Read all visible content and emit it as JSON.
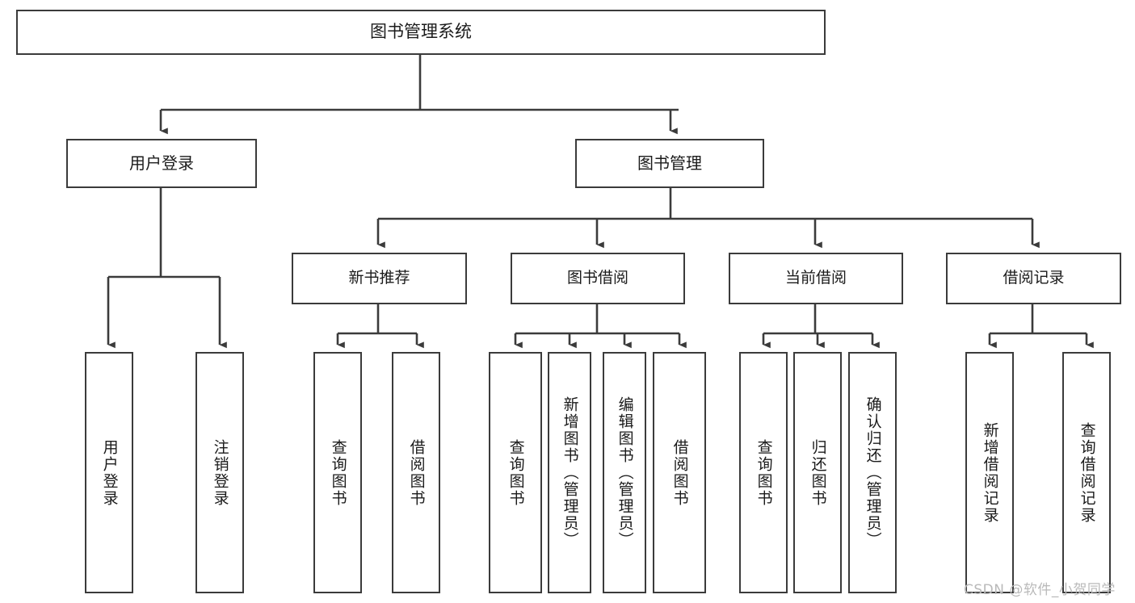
{
  "diagram": {
    "type": "tree",
    "title": "图书管理系统",
    "orientation": "top-down",
    "colors": {
      "background": "#ffffff",
      "border": "#3b3b3b",
      "text": "#1b1b1b",
      "connector": "#3b3b3b",
      "watermark": "#b9b9b9"
    }
  },
  "root": {
    "label": "图书管理系统"
  },
  "level2": [
    {
      "label": "用户登录"
    },
    {
      "label": "图书管理"
    }
  ],
  "level3": [
    {
      "label": "新书推荐"
    },
    {
      "label": "图书借阅"
    },
    {
      "label": "当前借阅"
    },
    {
      "label": "借阅记录"
    }
  ],
  "leaves": {
    "user_login": [
      {
        "label": "用户登录"
      },
      {
        "label": "注销登录"
      }
    ],
    "new_book_recommend": [
      {
        "label": "查询图书"
      },
      {
        "label": "借阅图书"
      }
    ],
    "book_borrow": [
      {
        "label": "查询图书"
      },
      {
        "label": "新增图书（管理员）"
      },
      {
        "label": "编辑图书（管理员）"
      },
      {
        "label": "借阅图书"
      }
    ],
    "current_borrow": [
      {
        "label": "查询图书"
      },
      {
        "label": "归还图书"
      },
      {
        "label": "确认归还（管理员）"
      }
    ],
    "borrow_record": [
      {
        "label": "新增借阅记录"
      },
      {
        "label": "查询借阅记录"
      }
    ]
  },
  "watermark": {
    "text": "CSDN @软件_小贺同学"
  }
}
